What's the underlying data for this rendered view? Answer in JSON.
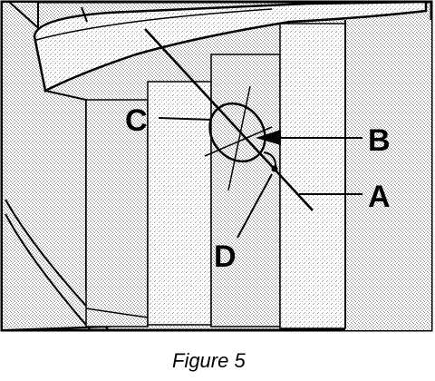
{
  "labels": {
    "a": "A",
    "b": "B",
    "c": "C",
    "d": "D"
  },
  "caption": "Figure 5"
}
